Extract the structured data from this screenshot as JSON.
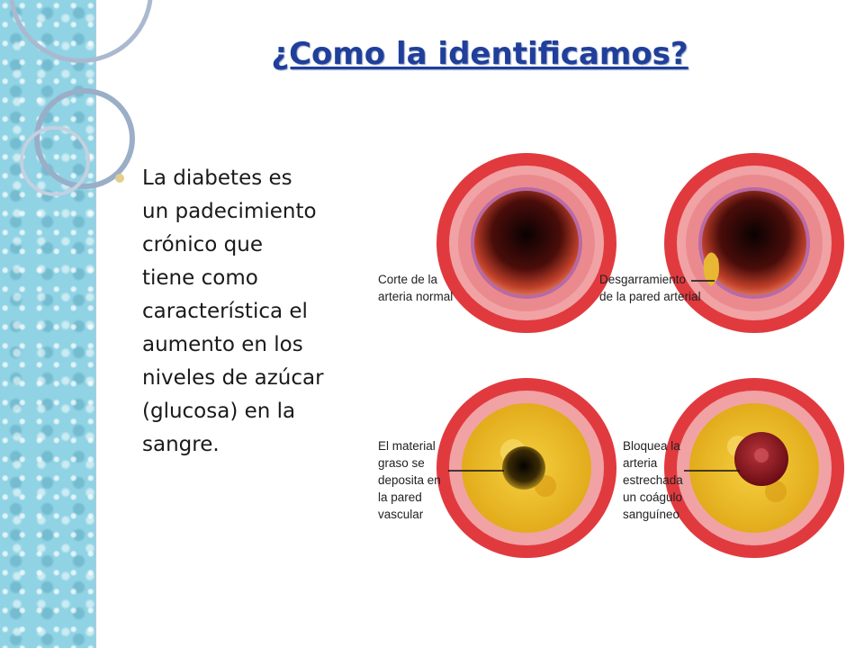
{
  "slide": {
    "title": "¿Como la identificamos?",
    "bullet_text": "La diabetes es un padecimiento crónico que tiene como característica el aumento en los niveles de azúcar (glucosa) en la sangre.",
    "bullet_lines": [
      "La diabetes es",
      "un padecimiento",
      "crónico que",
      "tiene como",
      "característica el",
      "aumento en los",
      "niveles de azúcar",
      "(glucosa) en la",
      "sangre."
    ]
  },
  "figure": {
    "panels": [
      {
        "id": "normal",
        "label_lines": [
          "Corte de la",
          "arteria normal"
        ]
      },
      {
        "id": "tear",
        "label_lines": [
          "Desgarramiento",
          "de la pared arterial"
        ]
      },
      {
        "id": "fat",
        "label_lines": [
          "El material",
          "graso se",
          "deposita en",
          "la pared",
          "vascular"
        ]
      },
      {
        "id": "clot",
        "label_lines": [
          "Bloquea la",
          "arteria",
          "estrechada",
          "un coágulo",
          "sanguíneo"
        ]
      }
    ]
  }
}
